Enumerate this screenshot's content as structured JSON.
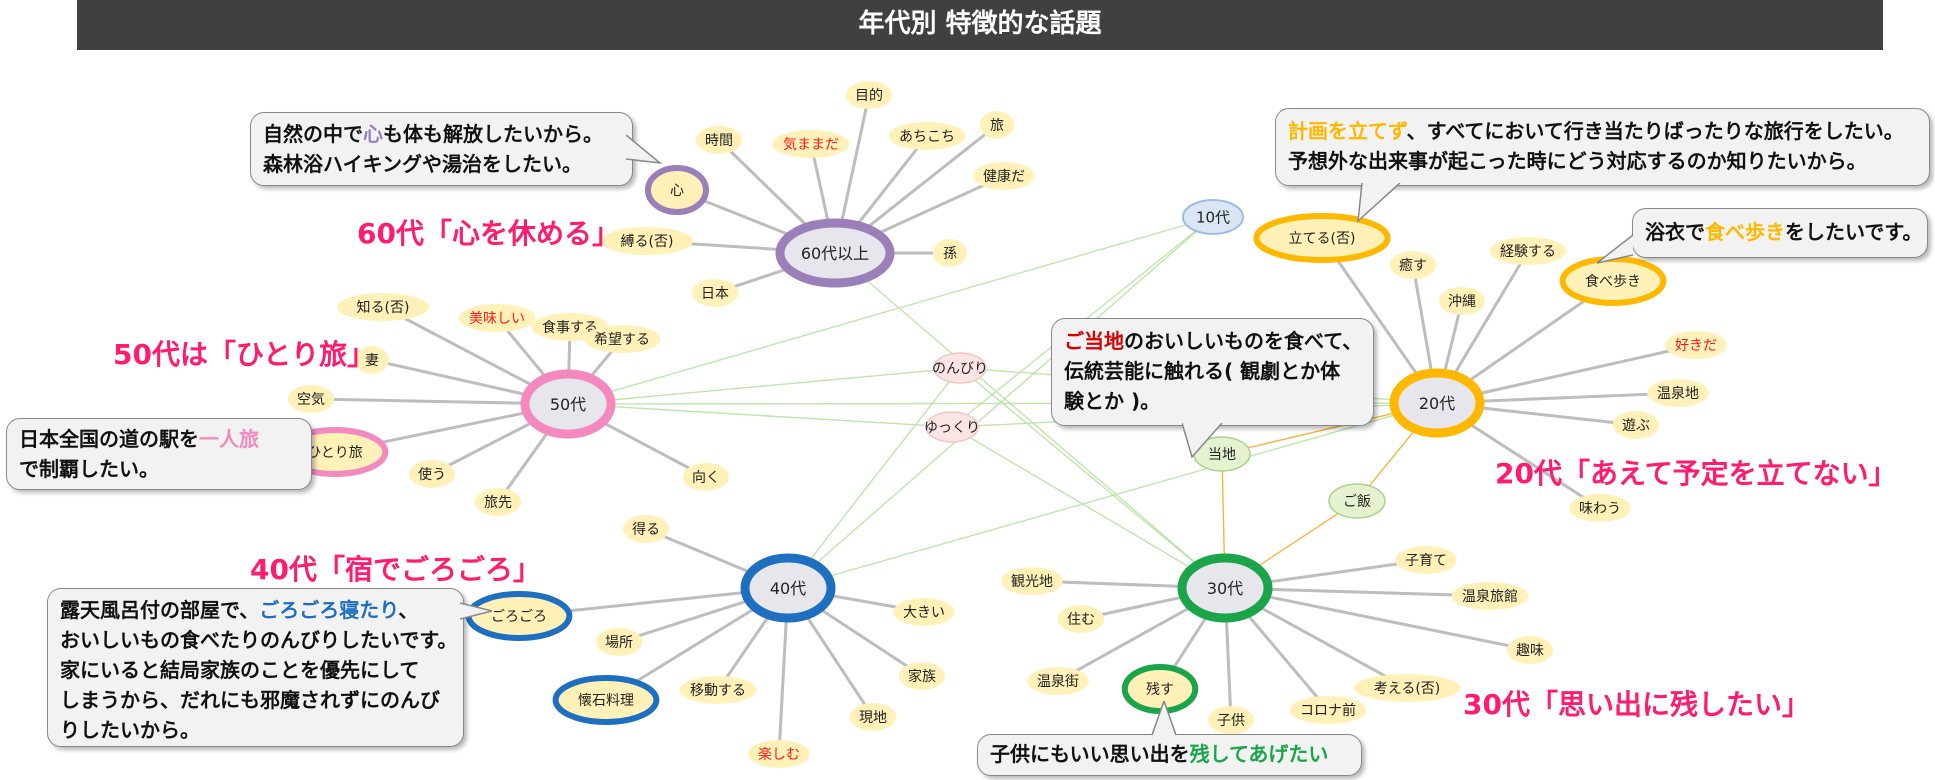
{
  "title": "年代別 特徴的な話題",
  "colors": {
    "header_bg": "#404040",
    "heading": "#ff1b6f",
    "age60": "#9b7fb8",
    "age50": "#f489c0",
    "age40": "#1f6fc0",
    "age30": "#1aa54a",
    "age20": "#ffb800",
    "age10": "#9dbbe4",
    "node_fill": "#fff1b8",
    "red_word": "#ff1a1a",
    "green_node": "#e4f2d0",
    "pink_node": "#fbe4e4"
  },
  "diagram": {
    "hubs": [
      {
        "id": "h60",
        "label": "60代以上",
        "color": "age60"
      },
      {
        "id": "h50",
        "label": "50代",
        "color": "age50"
      },
      {
        "id": "h40",
        "label": "40代",
        "color": "age40"
      },
      {
        "id": "h30",
        "label": "30代",
        "color": "age30"
      },
      {
        "id": "h20",
        "label": "20代",
        "color": "age20"
      },
      {
        "id": "h10",
        "label": "10代",
        "color": "age10"
      }
    ],
    "shared_nodes": [
      {
        "id": "nonbiri",
        "label": "のんびり"
      },
      {
        "id": "yukkuri",
        "label": "ゆっくり"
      },
      {
        "id": "touchi",
        "label": "当地"
      },
      {
        "id": "gohan",
        "label": "ご飯"
      }
    ],
    "words": [
      {
        "id": "w60_1",
        "label": "時間",
        "hub": "h60"
      },
      {
        "id": "w60_2",
        "label": "気ままだ",
        "hub": "h60",
        "red": true
      },
      {
        "id": "w60_3",
        "label": "目的",
        "hub": "h60"
      },
      {
        "id": "w60_4",
        "label": "あちこち",
        "hub": "h60"
      },
      {
        "id": "w60_5",
        "label": "旅",
        "hub": "h60"
      },
      {
        "id": "w60_6",
        "label": "健康だ",
        "hub": "h60"
      },
      {
        "id": "w60_7",
        "label": "孫",
        "hub": "h60"
      },
      {
        "id": "w60_8",
        "label": "日本",
        "hub": "h60"
      },
      {
        "id": "w60_9",
        "label": "縛る(否)",
        "hub": "h60"
      },
      {
        "id": "w60_10",
        "label": "心",
        "hub": "h60",
        "ring": "age60"
      },
      {
        "id": "w50_1",
        "label": "知る(否)",
        "hub": "h50"
      },
      {
        "id": "w50_2",
        "label": "美味しい",
        "hub": "h50",
        "red": true
      },
      {
        "id": "w50_3",
        "label": "食事する",
        "hub": "h50"
      },
      {
        "id": "w50_4",
        "label": "希望する",
        "hub": "h50"
      },
      {
        "id": "w50_5",
        "label": "妻",
        "hub": "h50"
      },
      {
        "id": "w50_6",
        "label": "空気",
        "hub": "h50"
      },
      {
        "id": "w50_7",
        "label": "ひとり旅",
        "hub": "h50",
        "ring": "age50"
      },
      {
        "id": "w50_8",
        "label": "使う",
        "hub": "h50"
      },
      {
        "id": "w50_9",
        "label": "旅先",
        "hub": "h50"
      },
      {
        "id": "w50_10",
        "label": "向く",
        "hub": "h50"
      },
      {
        "id": "w40_1",
        "label": "得る",
        "hub": "h40"
      },
      {
        "id": "w40_2",
        "label": "ごろごろ",
        "hub": "h40",
        "ring": "age40"
      },
      {
        "id": "w40_3",
        "label": "場所",
        "hub": "h40"
      },
      {
        "id": "w40_4",
        "label": "懐石料理",
        "hub": "h40",
        "ring": "age40"
      },
      {
        "id": "w40_5",
        "label": "移動する",
        "hub": "h40"
      },
      {
        "id": "w40_6",
        "label": "楽しむ",
        "hub": "h40",
        "red": true
      },
      {
        "id": "w40_7",
        "label": "現地",
        "hub": "h40"
      },
      {
        "id": "w40_8",
        "label": "家族",
        "hub": "h40"
      },
      {
        "id": "w40_9",
        "label": "大きい",
        "hub": "h40"
      },
      {
        "id": "w30_1",
        "label": "観光地",
        "hub": "h30"
      },
      {
        "id": "w30_2",
        "label": "住む",
        "hub": "h30"
      },
      {
        "id": "w30_3",
        "label": "温泉街",
        "hub": "h30"
      },
      {
        "id": "w30_4",
        "label": "残す",
        "hub": "h30",
        "ring": "age30"
      },
      {
        "id": "w30_5",
        "label": "子供",
        "hub": "h30"
      },
      {
        "id": "w30_6",
        "label": "コロナ前",
        "hub": "h30"
      },
      {
        "id": "w30_7",
        "label": "考える(否)",
        "hub": "h30"
      },
      {
        "id": "w30_8",
        "label": "趣味",
        "hub": "h30"
      },
      {
        "id": "w30_9",
        "label": "温泉旅館",
        "hub": "h30"
      },
      {
        "id": "w30_10",
        "label": "子育て",
        "hub": "h30"
      },
      {
        "id": "w20_1",
        "label": "立てる(否)",
        "hub": "h20",
        "ring": "age20"
      },
      {
        "id": "w20_2",
        "label": "癒す",
        "hub": "h20"
      },
      {
        "id": "w20_3",
        "label": "沖縄",
        "hub": "h20"
      },
      {
        "id": "w20_4",
        "label": "経験する",
        "hub": "h20"
      },
      {
        "id": "w20_5",
        "label": "食べ歩き",
        "hub": "h20",
        "ring": "age20"
      },
      {
        "id": "w20_6",
        "label": "好きだ",
        "hub": "h20",
        "red": true
      },
      {
        "id": "w20_7",
        "label": "温泉地",
        "hub": "h20"
      },
      {
        "id": "w20_8",
        "label": "遊ぶ",
        "hub": "h20"
      },
      {
        "id": "w20_9",
        "label": "味わう",
        "hub": "h20"
      }
    ]
  },
  "headings": [
    {
      "id": "hd60",
      "text": "60代「心を休める」"
    },
    {
      "id": "hd50",
      "text": "50代は「ひとり旅」"
    },
    {
      "id": "hd40",
      "text": "40代「宿でごろごろ」"
    },
    {
      "id": "hd30",
      "text": "30代「思い出に残したい」"
    },
    {
      "id": "hd20",
      "text": "20代「あえて予定を立てない」"
    }
  ],
  "callouts": {
    "c60": {
      "l1a": "自然の中で",
      "l1b": "心",
      "l1c": "も体も解放したいから。",
      "l2": "森林浴ハイキングや湯治をしたい。"
    },
    "c50": {
      "l1a": "日本全国の道の駅を",
      "l1b": "一人旅",
      "l2": "で制覇したい。"
    },
    "c40": {
      "l1a": "露天風呂付の部屋で、",
      "l1b": "ごろごろ寝たり",
      "l1c": "、",
      "l2": "おいしいもの食べたりのんびりしたいです。",
      "l3": "家にいると結局家族のことを優先にして",
      "l4": "しまうから、だれにも邪魔されずにのんび",
      "l5": "りしたいから。"
    },
    "c20a": {
      "l1a": "計画を立てず",
      "l1b": "、すべてにおいて行き当たりばったりな旅行をしたい。",
      "l2": "予想外な出来事が起こった時にどう対応するのか知りたいから。"
    },
    "c20b": {
      "l1a": "浴衣で",
      "l1b": "食べ歩き",
      "l1c": "をしたいです。"
    },
    "c20c": {
      "l1a": "ご当地",
      "l1b": "のおいしいものを食べて、",
      "l2": "伝統芸能に触れる( 観劇とか体",
      "l3": "験とか )。"
    },
    "c30": {
      "l1a": "子供にもいい思い出を",
      "l1b": "残してあげたい"
    }
  }
}
